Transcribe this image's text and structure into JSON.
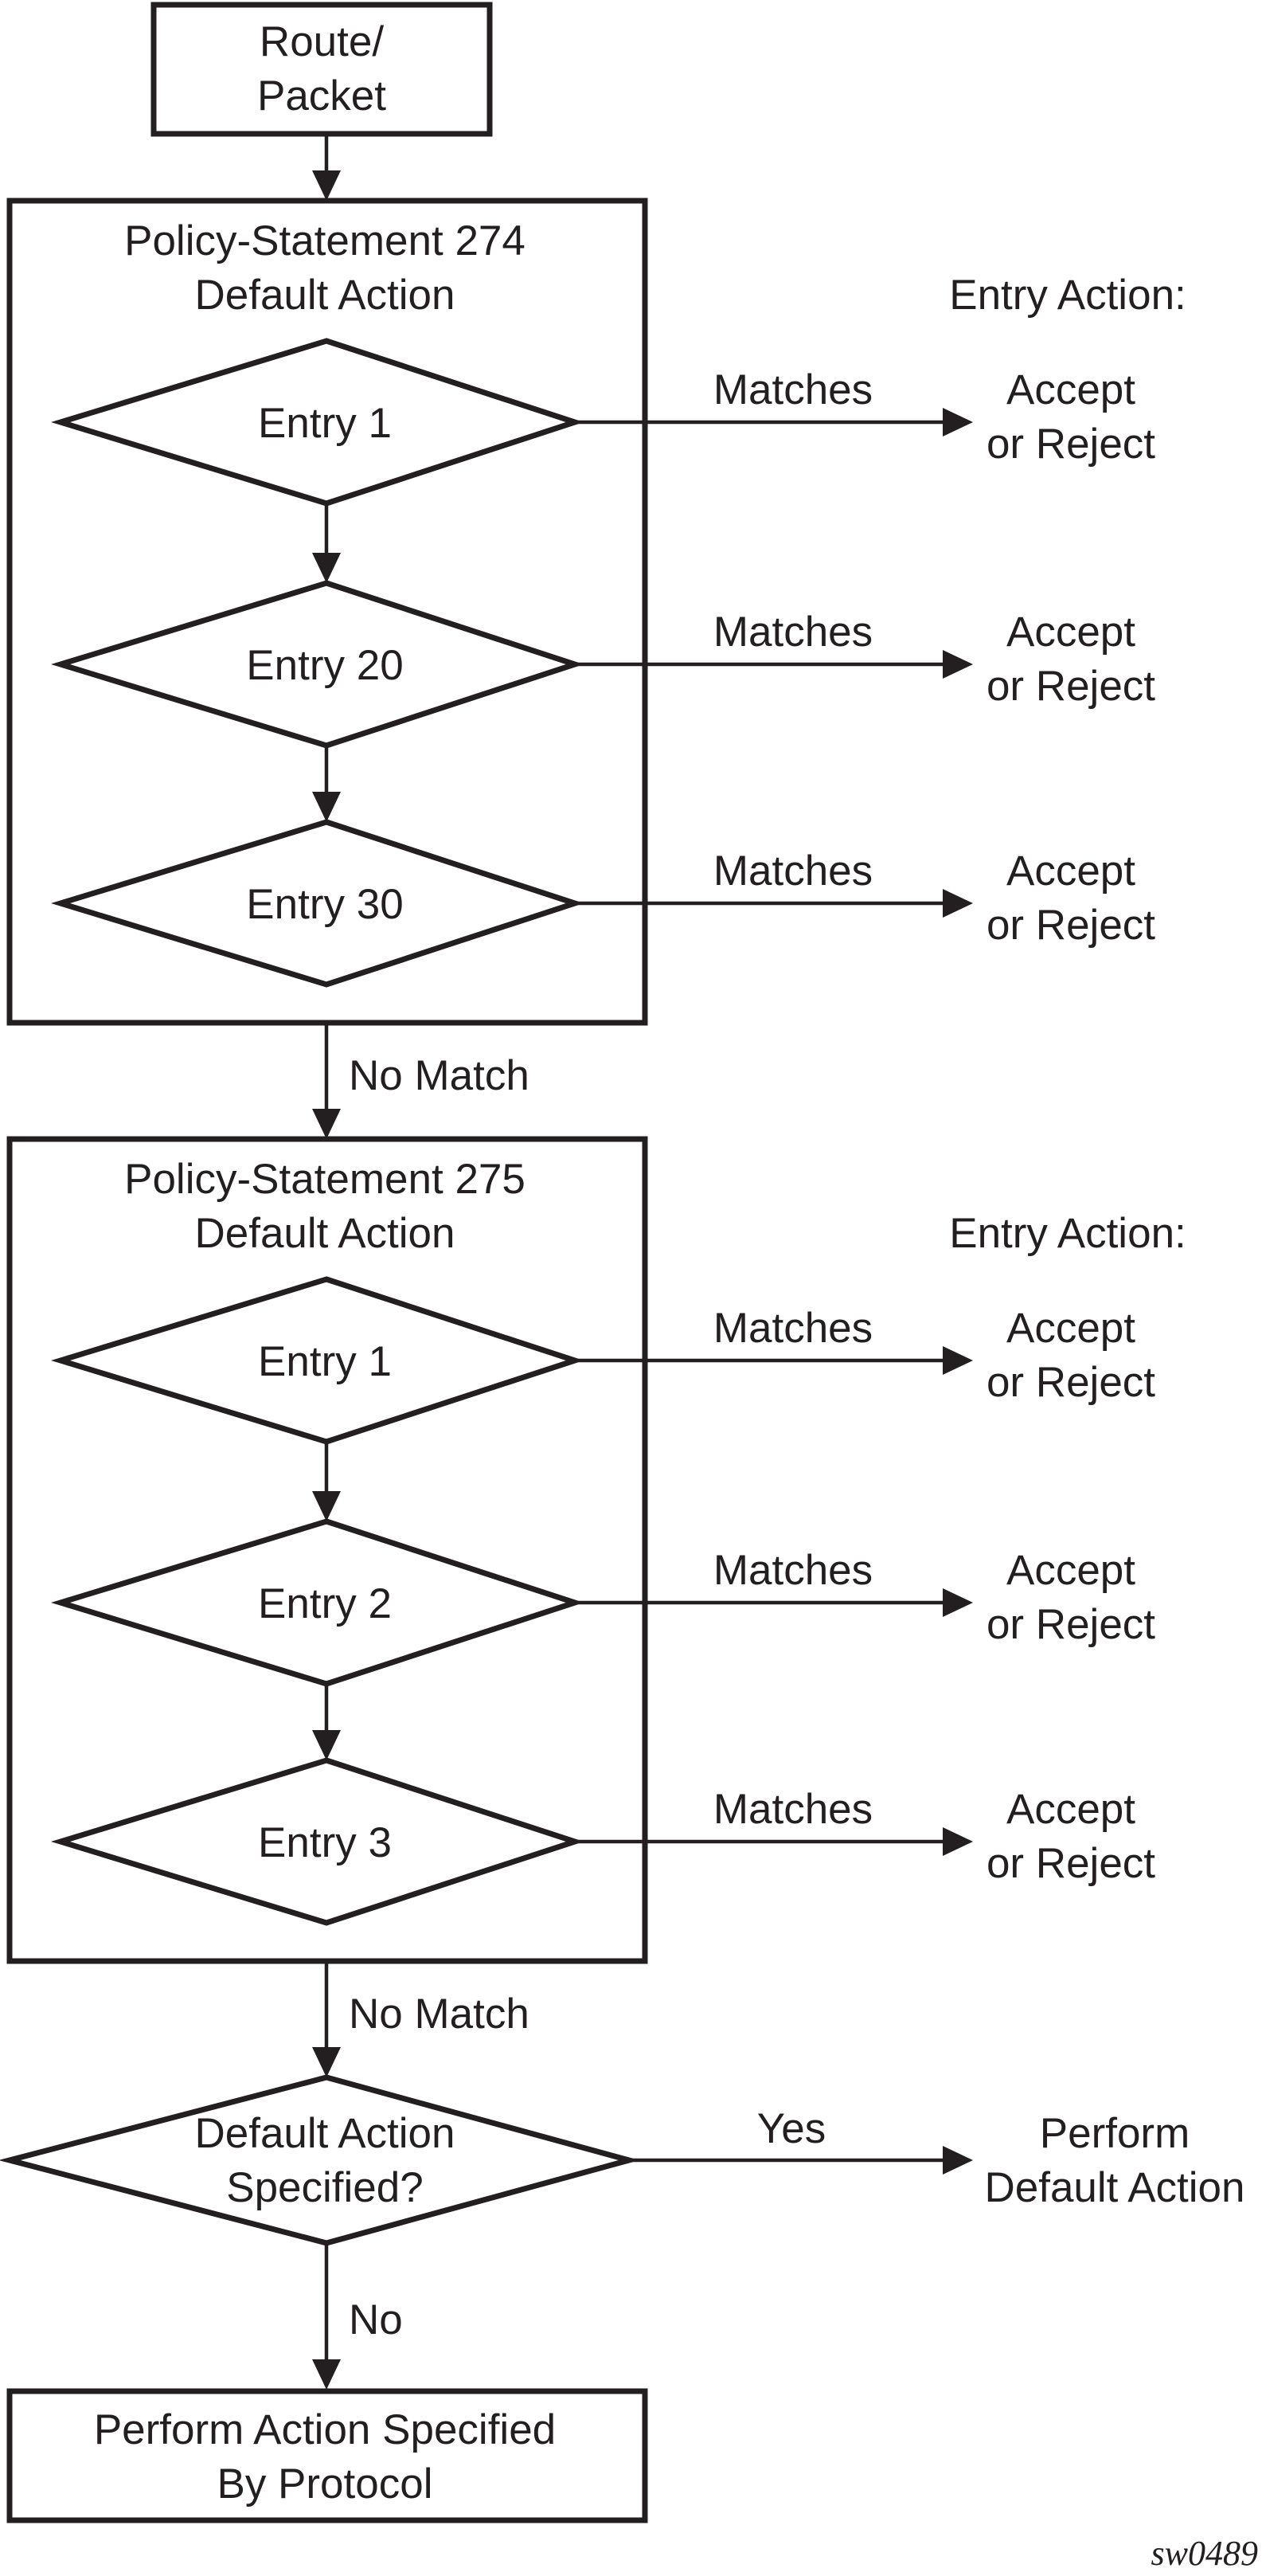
{
  "start_box": {
    "line1": "Route/",
    "line2": "Packet"
  },
  "policies": [
    {
      "title_line1": "Policy-Statement 274",
      "title_line2": "Default Action",
      "entry_action_header": "Entry Action:",
      "entries": [
        {
          "label": "Entry 1",
          "edge": "Matches",
          "action_line1": "Accept",
          "action_line2": "or Reject"
        },
        {
          "label": "Entry 20",
          "edge": "Matches",
          "action_line1": "Accept",
          "action_line2": "or Reject"
        },
        {
          "label": "Entry 30",
          "edge": "Matches",
          "action_line1": "Accept",
          "action_line2": "or Reject"
        }
      ],
      "exit_label": "No Match"
    },
    {
      "title_line1": "Policy-Statement 275",
      "title_line2": "Default Action",
      "entry_action_header": "Entry Action:",
      "entries": [
        {
          "label": "Entry 1",
          "edge": "Matches",
          "action_line1": "Accept",
          "action_line2": "or Reject"
        },
        {
          "label": "Entry 2",
          "edge": "Matches",
          "action_line1": "Accept",
          "action_line2": "or Reject"
        },
        {
          "label": "Entry 3",
          "edge": "Matches",
          "action_line1": "Accept",
          "action_line2": "or Reject"
        }
      ],
      "exit_label": "No Match"
    }
  ],
  "decision": {
    "line1": "Default Action",
    "line2": "Specified?",
    "yes_label": "Yes",
    "no_label": "No",
    "yes_result_line1": "Perform",
    "yes_result_line2": "Default Action"
  },
  "end_box": {
    "line1": "Perform Action Specified",
    "line2": "By Protocol"
  },
  "figure_ref": "sw0489"
}
